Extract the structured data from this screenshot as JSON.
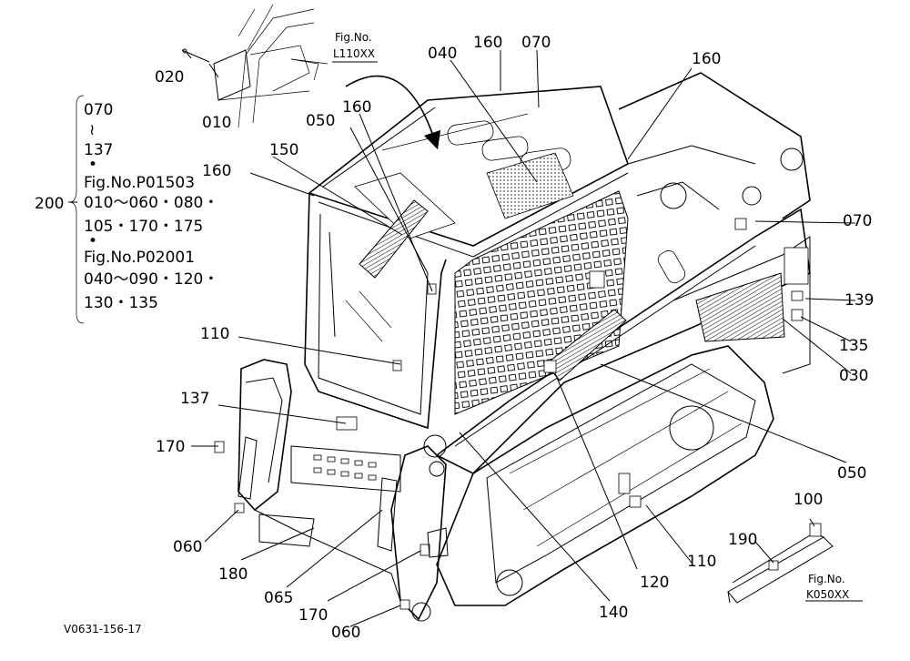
{
  "callouts": {
    "c010": "010",
    "c020": "020",
    "c030": "030",
    "c040": "040",
    "c050a": "050",
    "c050b": "050",
    "c060a": "060",
    "c060b": "060",
    "c065": "065",
    "c070a": "070",
    "c070b": "070",
    "c100": "100",
    "c110a": "110",
    "c110b": "110",
    "c120": "120",
    "c135": "135",
    "c137": "137",
    "c139": "139",
    "c140": "140",
    "c150": "150",
    "c160a": "160",
    "c160b": "160",
    "c160c": "160",
    "c160d": "160",
    "c170a": "170",
    "c170b": "170",
    "c180": "180",
    "c190": "190",
    "c200": "200"
  },
  "fig_refs": {
    "top": {
      "line1": "Fig.No.",
      "line2": "L110XX"
    },
    "bottom": {
      "line1": "Fig.No.",
      "line2": "K050XX"
    }
  },
  "set_list": {
    "l1": "070",
    "l2": "≀",
    "l3": "137",
    "l4": "•",
    "l5": "Fig.No.P01503",
    "l6": "010～060・080・",
    "l7": "105・170・175",
    "l8": "•",
    "l9": "Fig.No.P02001",
    "l10": "040～090・120・",
    "l11": "130・135"
  },
  "drawing_code": "V0631-156-17"
}
